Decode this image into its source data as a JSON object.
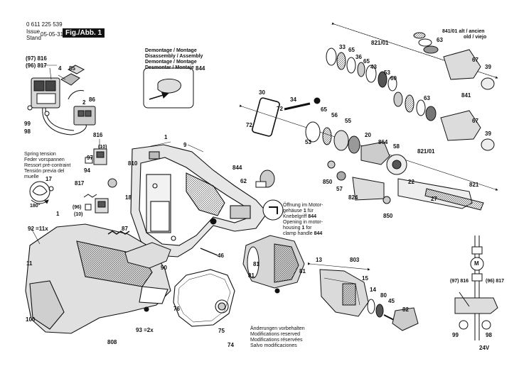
{
  "header": {
    "part_number": "0 611 225 539",
    "issue_label": "Issue",
    "stand_label": "Stand",
    "issue_date": "05-05-31",
    "figure_label": "Fig./Abb. 1"
  },
  "notes": {
    "demontage": [
      "Demontage / Montage",
      "Disassembly / Assembly",
      "Demontage / Montage",
      "Desmontar / Montaje"
    ],
    "spring_tension": [
      "Spring tension",
      "Feder vorspannen",
      "Ressort pré-contraint",
      "Tensión previa del",
      "muelle"
    ],
    "opening": [
      "Öffnung im Motor-",
      "gehäuse ",
      "1",
      " für",
      "Knebelgriff ",
      "844",
      "Opening in motor-",
      "housing ",
      "1",
      " for",
      "clamp handle ",
      "844"
    ],
    "changes": [
      "Änderungen vorbehalten",
      "Modifications reserved",
      "Modifications réservées",
      "Salvo modificaciones"
    ]
  },
  "angle_label": "180°",
  "voltage_label": "24V",
  "motor_symbol": "M",
  "callout_labels": [
    {
      "id": "816a",
      "text": "(97) 816"
    },
    {
      "id": "817a",
      "text": "(96) 817"
    },
    {
      "id": "4",
      "text": "4"
    },
    {
      "id": "85",
      "text": "85"
    },
    {
      "id": "86",
      "text": "86"
    },
    {
      "id": "2",
      "text": "2"
    },
    {
      "id": "99a",
      "text": "99"
    },
    {
      "id": "98a",
      "text": "98"
    },
    {
      "id": "816b",
      "text": "816"
    },
    {
      "id": "10a",
      "text": "(10)"
    },
    {
      "id": "97",
      "text": "97"
    },
    {
      "id": "94",
      "text": "94"
    },
    {
      "id": "810",
      "text": "810"
    },
    {
      "id": "817b",
      "text": "817"
    },
    {
      "id": "96",
      "text": "(96)"
    },
    {
      "id": "10b",
      "text": "(10)"
    },
    {
      "id": "17",
      "text": "17"
    },
    {
      "id": "18",
      "text": "18"
    },
    {
      "id": "1a",
      "text": "1"
    },
    {
      "id": "1b",
      "text": "1"
    },
    {
      "id": "9",
      "text": "9"
    },
    {
      "id": "92",
      "text": "92 =11x"
    },
    {
      "id": "87",
      "text": "87"
    },
    {
      "id": "11",
      "text": "11"
    },
    {
      "id": "90",
      "text": "90"
    },
    {
      "id": "76",
      "text": "76"
    },
    {
      "id": "46",
      "text": "46"
    },
    {
      "id": "100",
      "text": "100"
    },
    {
      "id": "93",
      "text": "93 =2x"
    },
    {
      "id": "808",
      "text": "808"
    },
    {
      "id": "75",
      "text": "75"
    },
    {
      "id": "74",
      "text": "74"
    },
    {
      "id": "844a",
      "text": "844"
    },
    {
      "id": "844b",
      "text": "844"
    },
    {
      "id": "62",
      "text": "62"
    },
    {
      "id": "30",
      "text": "30"
    },
    {
      "id": "72a",
      "text": "72"
    },
    {
      "id": "72b",
      "text": "72"
    },
    {
      "id": "34",
      "text": "34"
    },
    {
      "id": "53a",
      "text": "53"
    },
    {
      "id": "65a",
      "text": "65"
    },
    {
      "id": "56",
      "text": "56"
    },
    {
      "id": "55",
      "text": "55"
    },
    {
      "id": "20",
      "text": "20"
    },
    {
      "id": "864",
      "text": "864"
    },
    {
      "id": "58",
      "text": "58"
    },
    {
      "id": "22",
      "text": "22"
    },
    {
      "id": "850a",
      "text": "850"
    },
    {
      "id": "57",
      "text": "57"
    },
    {
      "id": "824",
      "text": "824"
    },
    {
      "id": "850b",
      "text": "850"
    },
    {
      "id": "27",
      "text": "27"
    },
    {
      "id": "821a",
      "text": "821/01"
    },
    {
      "id": "821b",
      "text": "821/01"
    },
    {
      "id": "821c",
      "text": "821"
    },
    {
      "id": "841_01",
      "text": "841/01 alt / ancien"
    },
    {
      "id": "old",
      "text": "old / viejo"
    },
    {
      "id": "33",
      "text": "33"
    },
    {
      "id": "65b",
      "text": "65"
    },
    {
      "id": "36",
      "text": "36"
    },
    {
      "id": "65c",
      "text": "65"
    },
    {
      "id": "43",
      "text": "43"
    },
    {
      "id": "53b",
      "text": "53"
    },
    {
      "id": "60",
      "text": "60"
    },
    {
      "id": "63a",
      "text": "63"
    },
    {
      "id": "67a",
      "text": "67"
    },
    {
      "id": "39a",
      "text": "39"
    },
    {
      "id": "63b",
      "text": "63"
    },
    {
      "id": "841",
      "text": "841"
    },
    {
      "id": "67b",
      "text": "67"
    },
    {
      "id": "39b",
      "text": "39"
    },
    {
      "id": "81a",
      "text": "81"
    },
    {
      "id": "81b",
      "text": "81"
    },
    {
      "id": "13",
      "text": "13"
    },
    {
      "id": "803",
      "text": "803"
    },
    {
      "id": "15",
      "text": "15"
    },
    {
      "id": "14",
      "text": "14"
    },
    {
      "id": "80",
      "text": "80"
    },
    {
      "id": "45",
      "text": "45"
    },
    {
      "id": "82",
      "text": "82"
    },
    {
      "id": "97r",
      "text": "(97) 816"
    },
    {
      "id": "96r",
      "text": "(96) 817"
    },
    {
      "id": "99b",
      "text": "99"
    },
    {
      "id": "98b",
      "text": "98"
    }
  ],
  "colors": {
    "ink": "#111111",
    "paper": "#ffffff",
    "shade": "#bdbdbd",
    "dark": "#555555"
  }
}
